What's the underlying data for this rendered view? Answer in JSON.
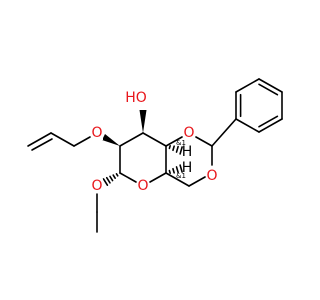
{
  "molecule": {
    "atoms": {
      "ho": {
        "label": "HO",
        "color": "#e8161b"
      },
      "o_ring_top": {
        "label": "O",
        "color": "#e8161b"
      },
      "o_acetal": {
        "label": "O",
        "color": "#e8161b"
      },
      "o_allyl": {
        "label": "O",
        "color": "#e8161b"
      },
      "o_pyran": {
        "label": "O",
        "color": "#e8161b"
      },
      "o_methoxy": {
        "label": "O",
        "color": "#e8161b"
      },
      "h_upper": {
        "label": "H",
        "color": "#000000"
      },
      "h_lower": {
        "label": "H",
        "color": "#000000"
      }
    },
    "stereo_flags": {
      "h_upper": "&1",
      "h_lower": "&1"
    }
  }
}
